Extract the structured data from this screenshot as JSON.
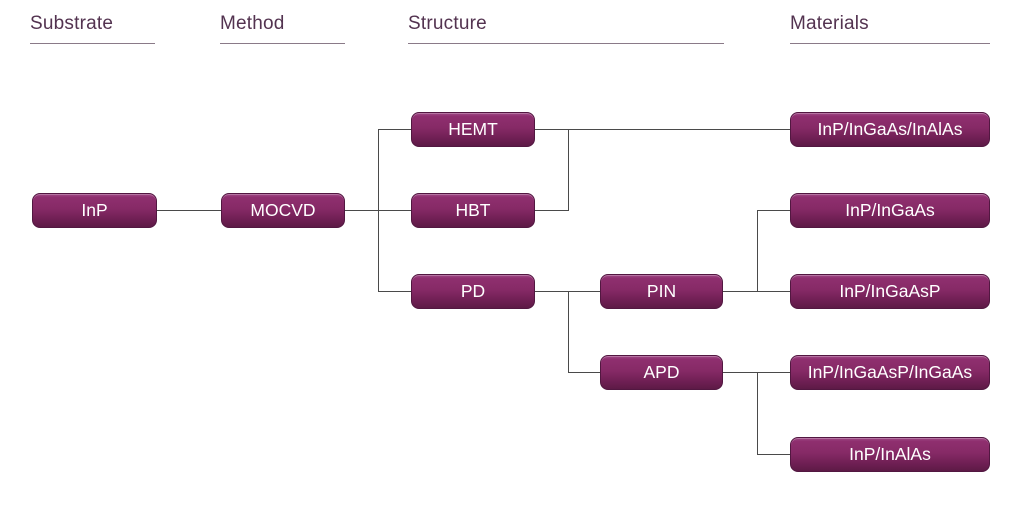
{
  "diagram": {
    "columns": [
      {
        "label": "Substrate"
      },
      {
        "label": "Method"
      },
      {
        "label": "Structure"
      },
      {
        "label": "Materials"
      }
    ],
    "nodes": {
      "inp": "InP",
      "mocvd": "MOCVD",
      "hemt": "HEMT",
      "hbt": "HBT",
      "pd": "PD",
      "pin": "PIN",
      "apd": "APD",
      "mat_hemt_hbt": "InP/InGaAs/InAlAs",
      "mat_pin_1": "InP/InGaAs",
      "mat_pin_2": "InP/InGaAsP",
      "mat_apd_1": "InP/InGaAsP/InGaAs",
      "mat_apd_2": "InP/InAlAs"
    },
    "edges": [
      {
        "from": "InP",
        "to": "MOCVD"
      },
      {
        "from": "MOCVD",
        "to": "HEMT"
      },
      {
        "from": "MOCVD",
        "to": "HBT"
      },
      {
        "from": "MOCVD",
        "to": "PD"
      },
      {
        "from": "HEMT",
        "to": "InP/InGaAs/InAlAs"
      },
      {
        "from": "HBT",
        "to": "InP/InGaAs/InAlAs"
      },
      {
        "from": "PD",
        "to": "PIN"
      },
      {
        "from": "PD",
        "to": "APD"
      },
      {
        "from": "PIN",
        "to": "InP/InGaAs"
      },
      {
        "from": "PIN",
        "to": "InP/InGaAsP"
      },
      {
        "from": "APD",
        "to": "InP/InGaAsP/InGaAs"
      },
      {
        "from": "APD",
        "to": "InP/InAlAs"
      }
    ],
    "colors": {
      "box_gradient_top": "#8f2f6f",
      "box_gradient_bottom": "#5d1a46",
      "box_border": "#521741",
      "box_text": "#ffffff",
      "header_text": "#533350",
      "header_rule": "#8a7a88",
      "connector_line": "#4a4a4a",
      "background": "#ffffff"
    }
  }
}
